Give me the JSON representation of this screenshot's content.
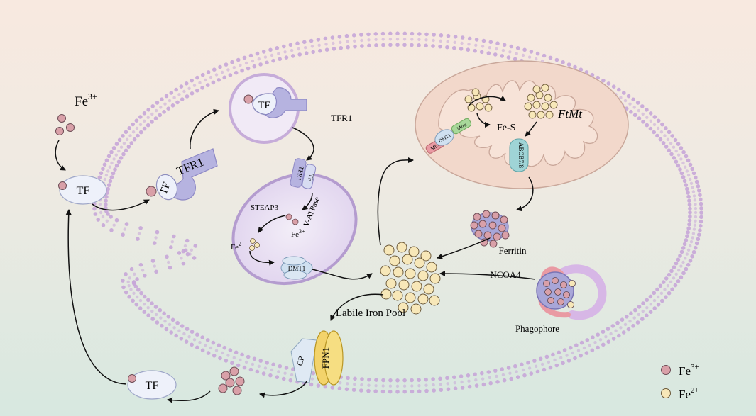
{
  "labels": {
    "fe3_top": "Fe",
    "fe3_top_sup": "3+",
    "tf_left": "TF",
    "tf_bottom": "TF",
    "tf_vesicle": "TF",
    "tf_membrane": "TF",
    "tfr1_membrane": "TFR1",
    "tfr1_label": "TFR1",
    "tfr1_endosome": "TFR1",
    "tf_endosome": "TF",
    "steap3": "STEAP3",
    "v_atpase": "V-ATPase",
    "fe3_endo": "Fe",
    "fe3_endo_sup": "3+",
    "fe2_endo": "Fe",
    "fe2_endo_sup": "2+",
    "dmt1_endo": "DMT1",
    "labile_iron_pool": "Labile Iron Pool",
    "ferritin": "Ferritin",
    "ncoa4": "NCOA4",
    "phagophore": "Phagophore",
    "ftmt": "FtMt",
    "fe_s": "Fe-S",
    "abcb7_8": "ABCB7/8",
    "mfrn_outer": "Mfrn",
    "dmt1_mito": "DMT1",
    "mfrn_inner": "Mfrn",
    "cp": "CP",
    "fpn1": "FPN1"
  },
  "legend": [
    {
      "label": "Fe",
      "sup": "3+",
      "color": "#d9a0a8"
    },
    {
      "label": "Fe",
      "sup": "2+",
      "color": "#f7e7b8"
    }
  ],
  "colors": {
    "fe3": "#d9a0a8",
    "fe2": "#f7e7b8",
    "membrane": "#c7a6d8",
    "protein": "#b6b3e0",
    "tf": "#eef1fa",
    "mito": "#f2d9cc",
    "green": "#a8d89a",
    "teal": "#9fd4d6",
    "fpn1": "#f3d36b",
    "pink": "#e99aa3"
  }
}
